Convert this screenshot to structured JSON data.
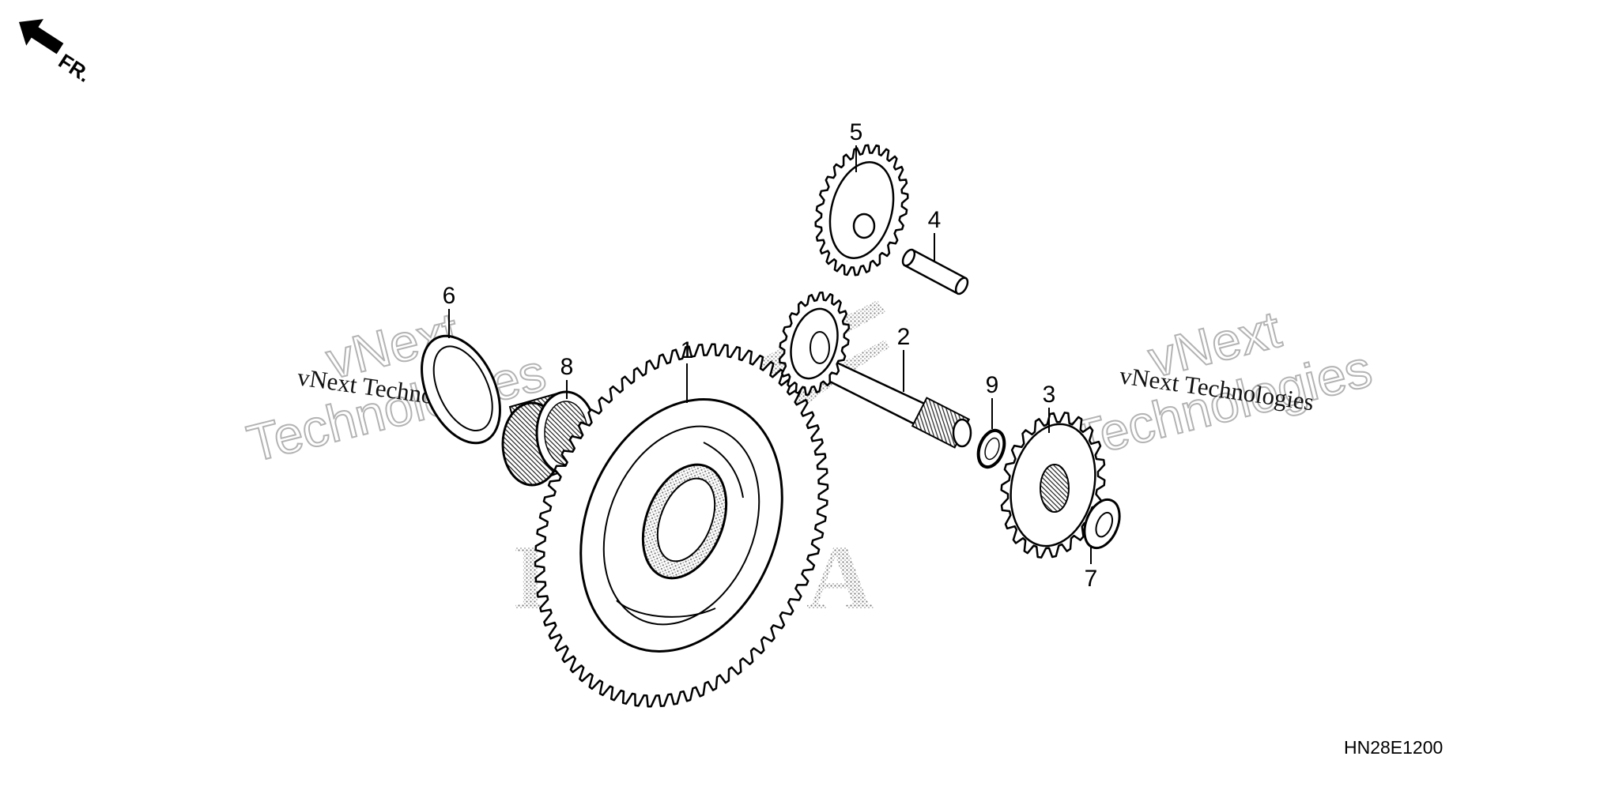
{
  "direction_marker": {
    "label": "FR.",
    "icon": "arrow-icon"
  },
  "callouts": [
    {
      "number": "1"
    },
    {
      "number": "2"
    },
    {
      "number": "3"
    },
    {
      "number": "4"
    },
    {
      "number": "5"
    },
    {
      "number": "6"
    },
    {
      "number": "7"
    },
    {
      "number": "8"
    },
    {
      "number": "9"
    }
  ],
  "watermark": {
    "company": "vNext Technologies",
    "outline_line1": "vNext",
    "outline_line2": "Technologies"
  },
  "background_logo": {
    "text": "HONDA"
  },
  "diagram_code": "HN28E1200",
  "colors": {
    "ink": "#000000",
    "watermark": "#b3b3b3",
    "background": "#ffffff"
  }
}
